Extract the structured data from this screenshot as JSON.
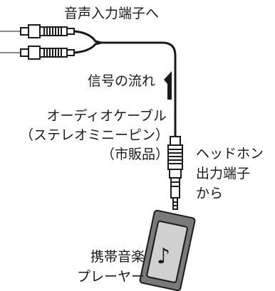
{
  "labels": {
    "audio_input": "音声入力端子へ",
    "signal_flow": "信号の流れ",
    "cable_line1": "オーディオケーブル",
    "cable_line2": "（ステレオミニーピン）",
    "cable_line3": "（市販品）",
    "headphone_line1": "ヘッドホン",
    "headphone_line2": "出力端子",
    "headphone_line3": "から",
    "player_line1": "携帯音楽",
    "player_line2": "プレーヤー"
  },
  "icons": {
    "note": "♪",
    "arrow": "signal-arrow-up"
  },
  "colors": {
    "line": "#1a1a1a",
    "player_body": "#7a7a7a",
    "player_screen": "#d0d0d0"
  }
}
